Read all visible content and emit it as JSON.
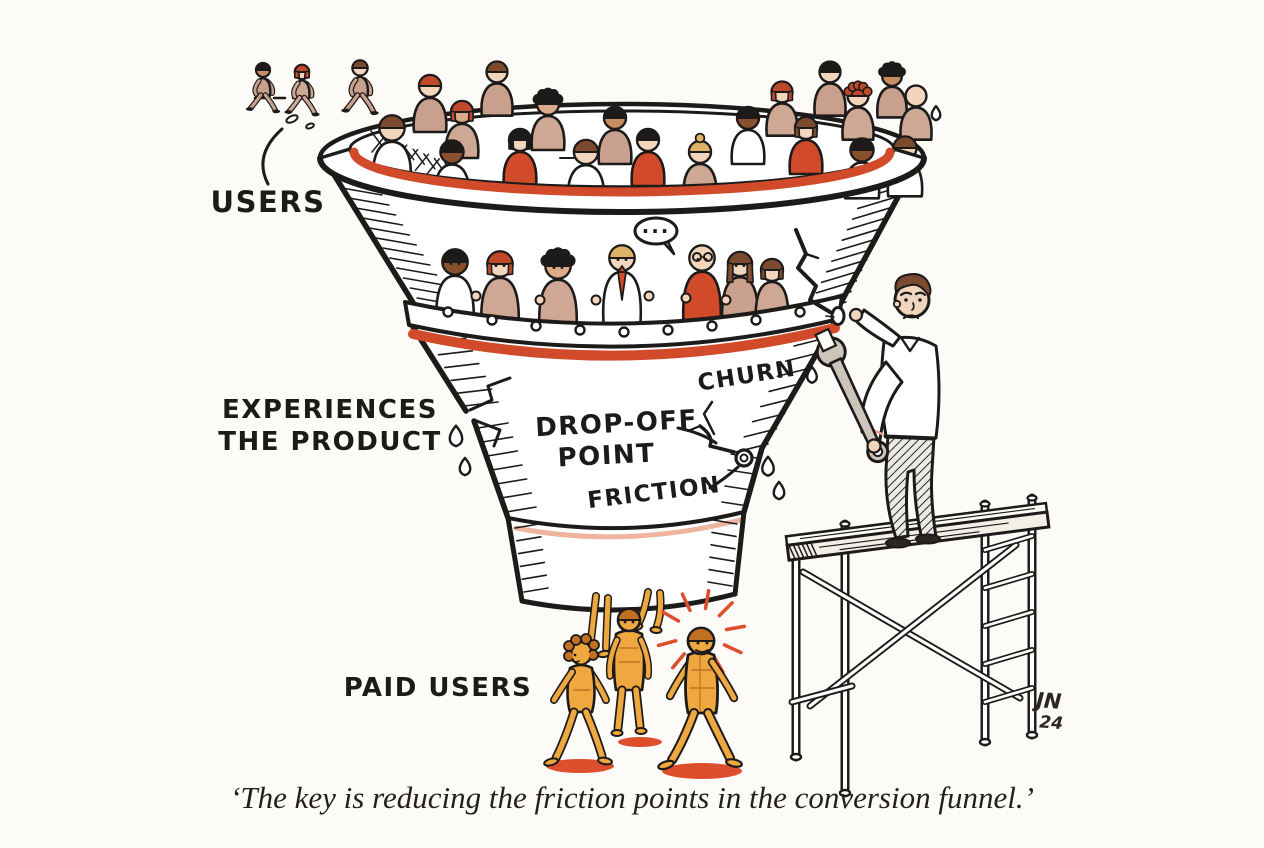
{
  "scene": {
    "background": "#fcfbf7",
    "palette": {
      "ink": "#1d1b1a",
      "accent": "#d14b2b",
      "accent_deep": "#c6401f",
      "gold": "#efa83f",
      "gold_shade": "#c07020",
      "halo_orange": "#dd4f2c",
      "metal": "#cdc5bb",
      "paper": "#fcfbf7",
      "skin_light": "#f2d5bd",
      "skin_tan": "#ddab8a",
      "skin_mid": "#c98d64",
      "skin_dark": "#8a4f2d",
      "cloth_tan": "#c9a08d",
      "cloth_rose": "#cfa795",
      "shirt_white": "#ffffff",
      "hair_black": "#1d1b1a",
      "hair_brown": "#7c4a2e",
      "hair_red": "#c0492b",
      "hair_blonde": "#dfb366"
    },
    "labels": {
      "users": "USERS",
      "experiences_line1": "EXPERIENCES",
      "experiences_line2": "THE PRODUCT",
      "dropoff_line1": "DROP-OFF",
      "dropoff_line2": "POINT",
      "churn": "CHURN",
      "friction": "FRICTION",
      "paid_users": "PAID USERS"
    },
    "speech_bubble": "...",
    "caption": "‘The key is reducing the friction points in the conversion funnel.’",
    "signature_line1": "JN",
    "signature_line2": "24"
  }
}
